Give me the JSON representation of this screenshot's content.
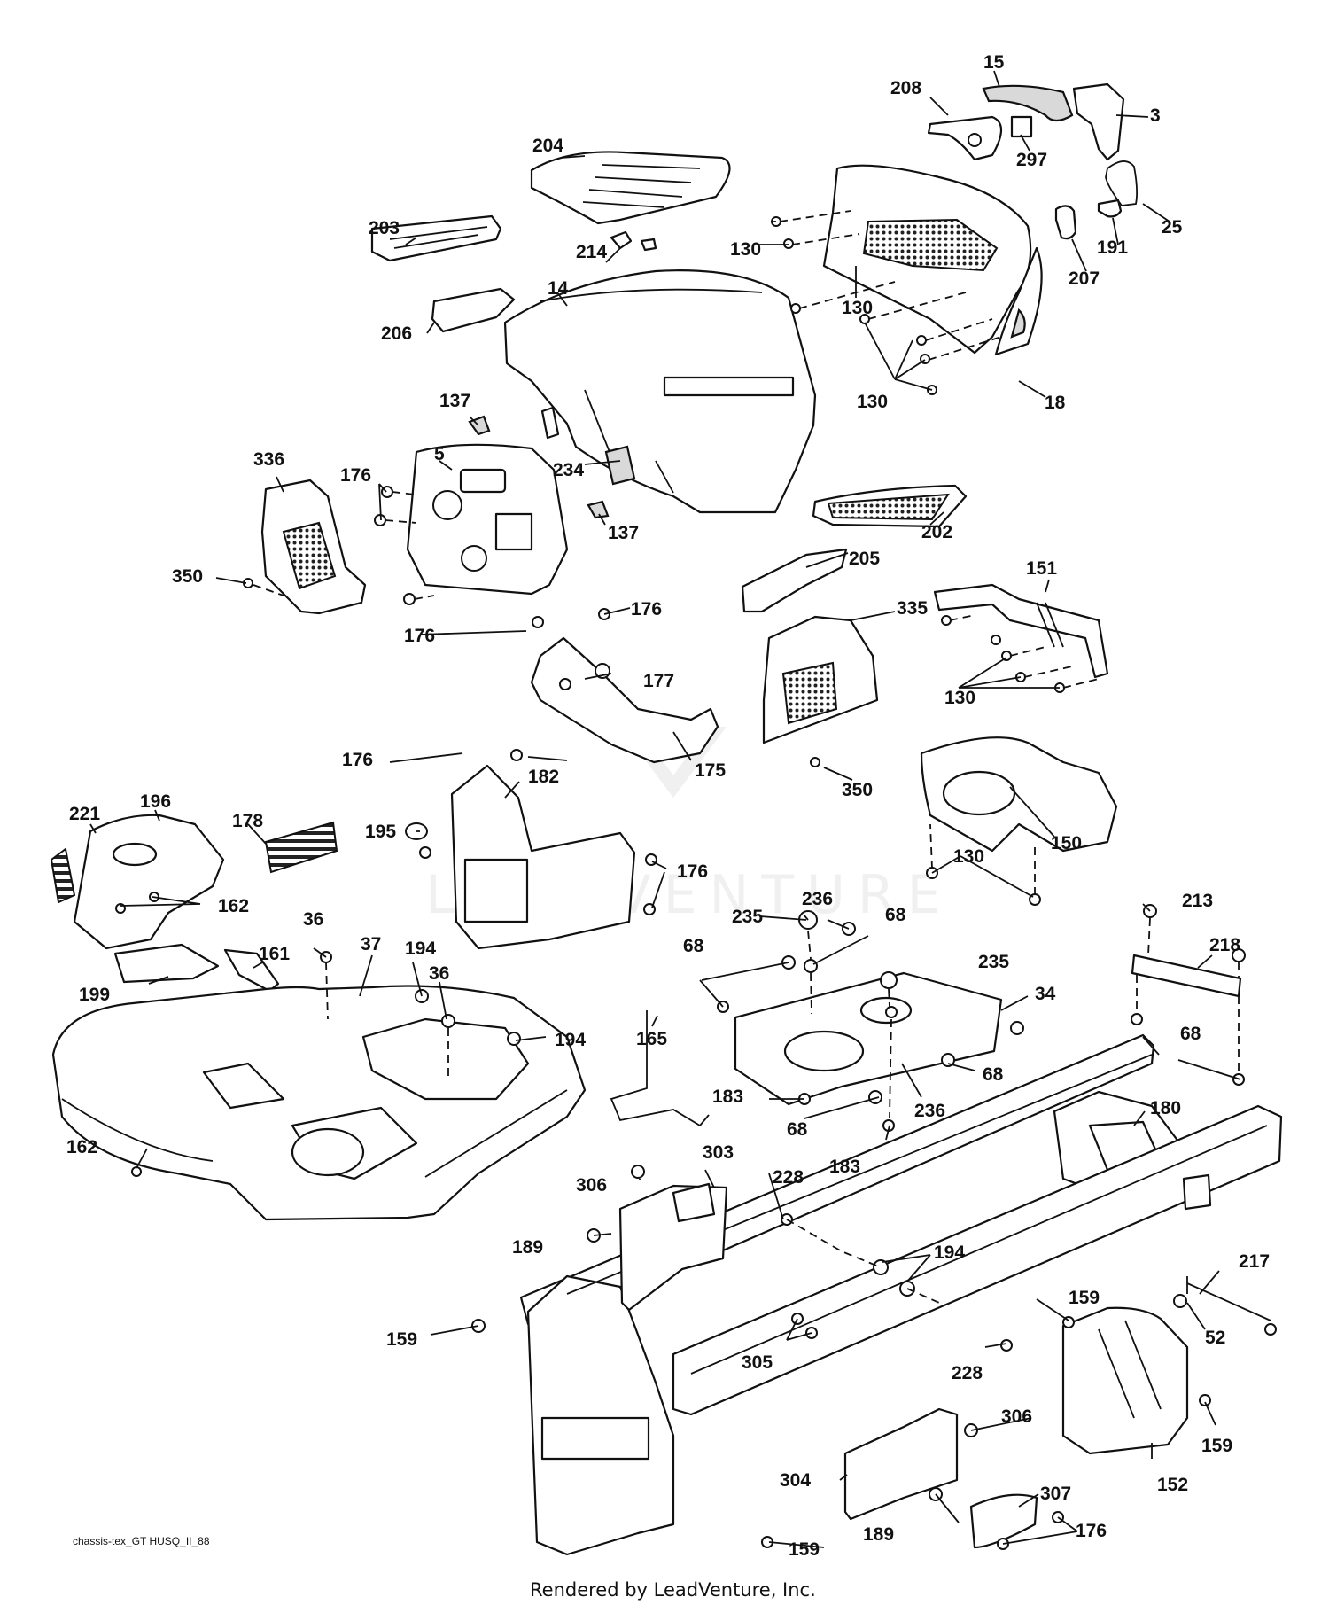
{
  "diagram": {
    "reference_code": "chassis-tex_GT HUSQ_II_88",
    "footer": "Rendered by LeadVenture, Inc.",
    "watermark_text": "LEADVENTURE",
    "line_color": "#111111",
    "background_color": "#ffffff",
    "callouts": [
      {
        "id": "c15",
        "text": "15"
      },
      {
        "id": "c208",
        "text": "208"
      },
      {
        "id": "c3",
        "text": "3"
      },
      {
        "id": "c297",
        "text": "297"
      },
      {
        "id": "c204",
        "text": "204"
      },
      {
        "id": "c25",
        "text": "25"
      },
      {
        "id": "c191",
        "text": "191"
      },
      {
        "id": "c207",
        "text": "207"
      },
      {
        "id": "c203",
        "text": "203"
      },
      {
        "id": "c130a",
        "text": "130"
      },
      {
        "id": "c214",
        "text": "214"
      },
      {
        "id": "c14",
        "text": "14"
      },
      {
        "id": "c130b",
        "text": "130"
      },
      {
        "id": "c206",
        "text": "206"
      },
      {
        "id": "c130c",
        "text": "130"
      },
      {
        "id": "c18",
        "text": "18"
      },
      {
        "id": "c137a",
        "text": "137"
      },
      {
        "id": "c336",
        "text": "336"
      },
      {
        "id": "c5",
        "text": "5"
      },
      {
        "id": "c176a",
        "text": "176"
      },
      {
        "id": "c234",
        "text": "234"
      },
      {
        "id": "c137b",
        "text": "137"
      },
      {
        "id": "c202",
        "text": "202"
      },
      {
        "id": "c205",
        "text": "205"
      },
      {
        "id": "c350a",
        "text": "350"
      },
      {
        "id": "c151",
        "text": "151"
      },
      {
        "id": "c176b",
        "text": "176"
      },
      {
        "id": "c176c",
        "text": "176"
      },
      {
        "id": "c335",
        "text": "335"
      },
      {
        "id": "c177",
        "text": "177"
      },
      {
        "id": "c130d",
        "text": "130"
      },
      {
        "id": "c176d",
        "text": "176"
      },
      {
        "id": "c175",
        "text": "175"
      },
      {
        "id": "c350b",
        "text": "350"
      },
      {
        "id": "c221",
        "text": "221"
      },
      {
        "id": "c196",
        "text": "196"
      },
      {
        "id": "c178",
        "text": "178"
      },
      {
        "id": "c195",
        "text": "195"
      },
      {
        "id": "c182",
        "text": "182"
      },
      {
        "id": "c150",
        "text": "150"
      },
      {
        "id": "c130e",
        "text": "130"
      },
      {
        "id": "c176e",
        "text": "176"
      },
      {
        "id": "c162a",
        "text": "162"
      },
      {
        "id": "c236a",
        "text": "236"
      },
      {
        "id": "c235a",
        "text": "235"
      },
      {
        "id": "c68a",
        "text": "68"
      },
      {
        "id": "c213",
        "text": "213"
      },
      {
        "id": "c161",
        "text": "161"
      },
      {
        "id": "c36a",
        "text": "36"
      },
      {
        "id": "c37",
        "text": "37"
      },
      {
        "id": "c194a",
        "text": "194"
      },
      {
        "id": "c68b",
        "text": "68"
      },
      {
        "id": "c235b",
        "text": "235"
      },
      {
        "id": "c218",
        "text": "218"
      },
      {
        "id": "c199",
        "text": "199"
      },
      {
        "id": "c36b",
        "text": "36"
      },
      {
        "id": "c34",
        "text": "34"
      },
      {
        "id": "c194b",
        "text": "194"
      },
      {
        "id": "c165",
        "text": "165"
      },
      {
        "id": "c68c",
        "text": "68"
      },
      {
        "id": "c68d",
        "text": "68"
      },
      {
        "id": "c183a",
        "text": "183"
      },
      {
        "id": "c236b",
        "text": "236"
      },
      {
        "id": "c68e",
        "text": "68"
      },
      {
        "id": "c180",
        "text": "180"
      },
      {
        "id": "c162b",
        "text": "162"
      },
      {
        "id": "c303",
        "text": "303"
      },
      {
        "id": "c183b",
        "text": "183"
      },
      {
        "id": "c228a",
        "text": "228"
      },
      {
        "id": "c306a",
        "text": "306"
      },
      {
        "id": "c189a",
        "text": "189"
      },
      {
        "id": "c194c",
        "text": "194"
      },
      {
        "id": "c217",
        "text": "217"
      },
      {
        "id": "c159a",
        "text": "159"
      },
      {
        "id": "c52",
        "text": "52"
      },
      {
        "id": "c159b",
        "text": "159"
      },
      {
        "id": "c305",
        "text": "305"
      },
      {
        "id": "c228b",
        "text": "228"
      },
      {
        "id": "c306b",
        "text": "306"
      },
      {
        "id": "c159c",
        "text": "159"
      },
      {
        "id": "c304",
        "text": "304"
      },
      {
        "id": "c152",
        "text": "152"
      },
      {
        "id": "c307",
        "text": "307"
      },
      {
        "id": "c189b",
        "text": "189"
      },
      {
        "id": "c176f",
        "text": "176"
      },
      {
        "id": "c159d",
        "text": "159"
      }
    ]
  }
}
